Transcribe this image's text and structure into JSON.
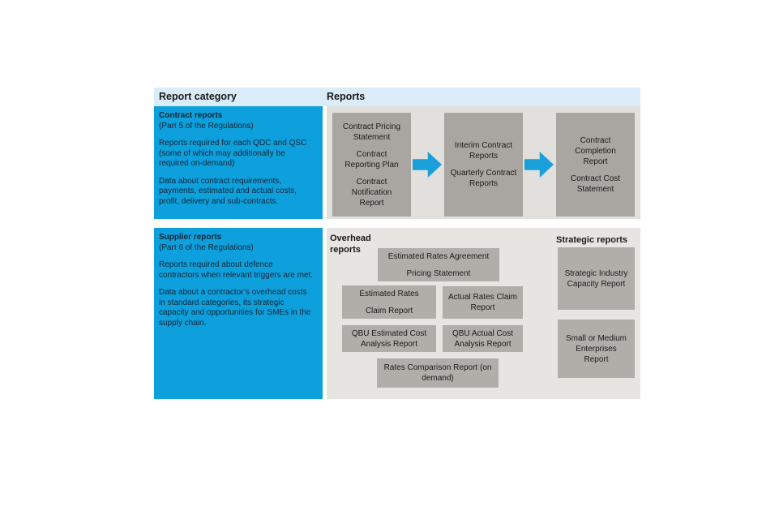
{
  "colors": {
    "header_bg": "#d9ecf8",
    "category_box_bg": "#0da0dc",
    "category_text": "#0e2435",
    "panel_top_bg": "#e2e0dc",
    "panel_bottom_bg": "#e7e5e1",
    "report_box_top_bg": "#a9a6a1",
    "report_box_bottom_bg": "#b1aeaa",
    "arrow": "#1b9fd9",
    "box_text": "#1a1a1a"
  },
  "header": {
    "report_category": "Report category",
    "reports": "Reports"
  },
  "contract_section": {
    "category": {
      "title": "Contract reports",
      "subtitle": "(Part 5 of the Regulations)",
      "paragraph1": "Reports required for each QDC and QSC (some of which may additionally be required on-demand)",
      "paragraph2": "Data about contract requirements, payments, estimated and actual costs, profit, delivery and sub-contracts."
    },
    "flow": [
      {
        "items": [
          "Contract Pricing\nStatement",
          "Contract\nReporting Plan",
          "Contract\nNotification\nReport"
        ]
      },
      {
        "items": [
          "Interim Contract\nReports",
          "Quarterly Contract\nReports"
        ]
      },
      {
        "items": [
          "Contract\nCompletion\nReport",
          "Contract Cost\nStatement"
        ]
      }
    ]
  },
  "supplier_section": {
    "category": {
      "title": "Supplier reports",
      "subtitle": "(Part 6 of the Regulations)",
      "paragraph1": "Reports required about defence contractors when relevant triggers are met.",
      "paragraph2": "Data about a contractor’s overhead costs in standard categories, its strategic capacity and opportunities for SMEs in the supply chain."
    },
    "overhead": {
      "label": "Overhead reports",
      "agreement_box": [
        "Estimated Rates Agreement",
        "Pricing Statement"
      ],
      "estimated_claim_box": [
        "Estimated Rates",
        "Claim Report"
      ],
      "actual_claim_box": "Actual Rates Claim\nReport",
      "qbu_estimated_box": "QBU Estimated Cost\nAnalysis Report",
      "qbu_actual_box": "QBU Actual Cost\nAnalysis Report",
      "rates_comparison_box": "Rates Comparison Report (on\ndemand)"
    },
    "strategic": {
      "label": "Strategic reports",
      "capacity_box": "Strategic Industry\nCapacity Report",
      "sme_box": "Small or Medium\nEnterprises\nReport"
    }
  }
}
